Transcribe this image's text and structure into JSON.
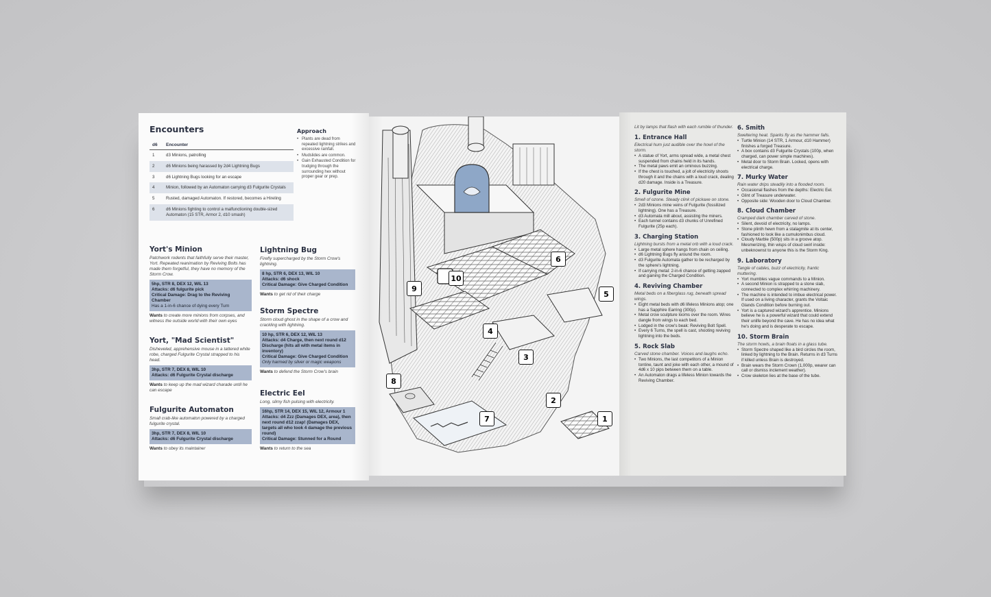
{
  "encounters": {
    "title": "Encounters",
    "col_d6": "d6",
    "col_encounter": "Encounter",
    "rows": [
      {
        "n": "1",
        "text": "d3 Minions, patrolling"
      },
      {
        "n": "2",
        "text": "d6 Minions being harassed by 2d4 Lightning Bugs"
      },
      {
        "n": "3",
        "text": "d6 Lightning Bugs looking for an escape"
      },
      {
        "n": "4",
        "text": "Minion, followed by an Automaton carrying d3 Fulgurite Crystals"
      },
      {
        "n": "5",
        "text": "Rusted, damaged Automaton. If restored, becomes a Hireling"
      },
      {
        "n": "6",
        "text": "d6 Minions fighting to control a malfunctioning double-sized Automaton (15 STR, Armor 2, d10 smash)"
      }
    ]
  },
  "approach": {
    "title": "Approach",
    "items": [
      "Plants are dead from repeated lightning strikes and excessive rainfall.",
      "Mudslides are common.",
      "Gain Exhausted Condition for trudging through the surrounding hex without proper gear or prep."
    ]
  },
  "npcs": {
    "yorts_minion": {
      "name": "Yort's Minion",
      "desc": "Patchwork rodents that faithfully serve their master, Yort. Repeated reanimation by Reviving Bolts has made them forgetful, they have no memory of the Storm Crow.",
      "stats": "5hp, STR 8, DEX 12, WIL 13",
      "attacks": "Attacks: d6 fulgurite pick",
      "crit": "Critical Damage: Drag to the Reviving Chamber",
      "extra": "Has a 1-in-6 chance of dying every Turn",
      "wants_label": "Wants",
      "wants": "to create more minions from corpses, and witness the outside world with their own eyes"
    },
    "yort": {
      "name": "Yort, \"Mad Scientist\"",
      "desc": "Disheveled, apprehensive mouse in a tattered white robe, charged Fulgurite Crystal strapped to his head.",
      "stats": "3hp, STR 7, DEX 8, WIL 10",
      "attacks": "Attacks: d6 Fulgurite Crystal discharge",
      "wants_label": "Wants",
      "wants": "to keep up the mad wizard charade until he can escape"
    },
    "automaton": {
      "name": "Fulgurite Automaton",
      "desc": "Small crab-like automaton powered by a charged fulgurite crystal.",
      "stats": "3hp, STR 7, DEX 8, WIL 10",
      "attacks": "Attacks: d6 Fulgurite Crystal discharge",
      "wants_label": "Wants",
      "wants": "to obey its maintainer"
    },
    "lightning_bug": {
      "name": "Lightning Bug",
      "desc": "Firefly supercharged by the Storm Crow's lightning.",
      "stats": "8 hp, STR 6, DEX 13, WIL 10",
      "attacks": "Attacks: d6 shock",
      "crit": "Critical Damage: Give Charged Condition",
      "wants_label": "Wants",
      "wants": "to get rid of their charge"
    },
    "storm_spectre": {
      "name": "Storm Spectre",
      "desc": "Storm cloud ghost in the shape of a crow and crackling with lightning.",
      "stats": "10 hp, STR 6, DEX 12, WIL 13",
      "attacks": "Attacks: d4 Charge, then next round d12 Discharge (hits all with metal items in inventory)",
      "crit": "Critical Damage: Give Charged Condition",
      "extra": "Only harmed by silver or magic weapons",
      "wants_label": "Wants",
      "wants": "to defend the Storm Crow's brain"
    },
    "electric_eel": {
      "name": "Electric Eel",
      "desc": "Long, slimy fish pulsing with electricity.",
      "stats": "16hp, STR 14, DEX 15, WIL 12, Armour 1",
      "attacks": "Attacks: d4 Zzz (Damages DEX, area), then next round d12 zzap! (Damages DEX, targets all who took 4 damage the previous round)",
      "crit": "Critical Damage: Stunned for a Round",
      "wants_label": "Wants",
      "wants": "to return to the sea"
    }
  },
  "map": {
    "numbers": [
      "10",
      "6",
      "5",
      "9",
      "4",
      "3",
      "8",
      "2",
      "7",
      "1"
    ]
  },
  "rooms_intro": "Lit by lamps that flash with each rumble of thunder.",
  "rooms": [
    {
      "title": "1. Entrance Hall",
      "flavor": "Electrical hum just audible over the howl of the storm.",
      "items": [
        "A statue of Yort, arms spread wide, a metal chest suspended from chains held in its hands.",
        "The metal paws emit an ominous buzzing.",
        "If the chest is touched, a jolt of electricity shoots through it and the chains with a loud crack, dealing d20 damage. Inside is a Treasure."
      ]
    },
    {
      "title": "2. Fulgurite Mine",
      "flavor": "Smell of ozone. Steady clink of pickaxe on stone.",
      "items": [
        "2d3 Minions mine veins of Fulgurite (fossilized lightning). One has a Treasure.",
        "d3 Automata mill about, assisting the miners.",
        "Each tunnel contains d3 chunks of Unrefined Fulgurite (25p each)."
      ]
    },
    {
      "title": "3. Charging Station",
      "flavor": "Lightning bursts from a metal orb with a loud crack.",
      "items": [
        "Large metal sphere hangs from chain on ceiling.",
        "d6 Lightning Bugs fly around the room.",
        "d3 Fulgurite Automata gather to be recharged by the sphere's lightning.",
        "If carrying metal: 2-in-6 chance of getting zapped and gaining the Charged Condition."
      ]
    },
    {
      "title": "4. Reviving Chamber",
      "flavor": "Metal beds on a fiberglass rug, beneath spread wings.",
      "items": [
        "Eight metal beds with d6 lifeless Minions atop; one has a Sapphire Earring (300p).",
        "Metal crow sculpture looms over the room. Wires dangle from wings to each bed.",
        "Lodged in the crow's beak: Reviving Bolt Spell.",
        "Every 6 Turns, the spell is cast, shooting reviving lightning into the beds."
      ]
    },
    {
      "title": "5. Rock Slab",
      "flavor": "Carved stone chamber. Voices and laughs echo.",
      "items": [
        "Two Minions, the last competitors of a Minion tontine, taunt and joke with each other, a mound of 4d6 x 10 pips between them on a table.",
        "An Automaton drags a lifeless Minion towards the Reviving Chamber."
      ]
    },
    {
      "title": "6. Smith",
      "flavor": "Sweltering heat. Sparks fly as the hammer falls.",
      "items": [
        "Turtle Minion (14 STR, 1 Armour, d10 Hammer) finishes a forged Treasure.",
        "A box contains d3 Fulgurite Crystals (100p, when charged, can power simple machines).",
        "Metal door to Storm Brain. Locked, opens with electrical charge."
      ]
    },
    {
      "title": "7. Murky Water",
      "flavor": "Rain water drips steadily into a flooded room.",
      "items": [
        "Occasional flashes from the depths: Electric Eel.",
        "Glint of Treasure underwater.",
        "Opposite side: Wooden door to Cloud Chamber."
      ]
    },
    {
      "title": "8. Cloud Chamber",
      "flavor": "Cramped dark chamber carved of stone.",
      "items": [
        "Silent, devoid of electricity, no lamps.",
        "Stone plinth hewn from a stalagmite at its center, fashioned to look like a cumulonimbus cloud.",
        "Cloudy Marble (500p) sits in a groove atop. Mesmerizing, thin wisps of cloud swirl inside: unbeknownst to anyone this is the Storm King."
      ]
    },
    {
      "title": "9. Laboratory",
      "flavor": "Tangle of cables, buzz of electricity, frantic muttering.",
      "items": [
        "Yort mumbles vague commands to a Minion.",
        "A second Minion is strapped to a stone slab, connected to complex whirring machinery.",
        "The machine is intended to imbue electrical power. If used on a living character, grants the Voltaic Glands Condition before burning out.",
        "Yort is a captured wizard's apprentice. Minions believe he is a powerful wizard that could extend their unlife beyond the cave. He has no idea what he's doing and is desperate to escape."
      ]
    },
    {
      "title": "10. Storm Brain",
      "flavor": "The storm howls, a brain floats in a glass tube.",
      "items": [
        "Storm Spectre shaped like a bird circles the room, linked by lightning to the Brain. Returns in d3 Turns if killed unless Brain is destroyed.",
        "Brain wears the Storm Crown (1,000p, wearer can call or dismiss inclement weather).",
        "Crow skeleton lies at the base of the tube."
      ]
    }
  ],
  "colors": {
    "stat_block": "#a9b6cc",
    "accent": "#7f9bc0",
    "heading": "#2b3142"
  }
}
